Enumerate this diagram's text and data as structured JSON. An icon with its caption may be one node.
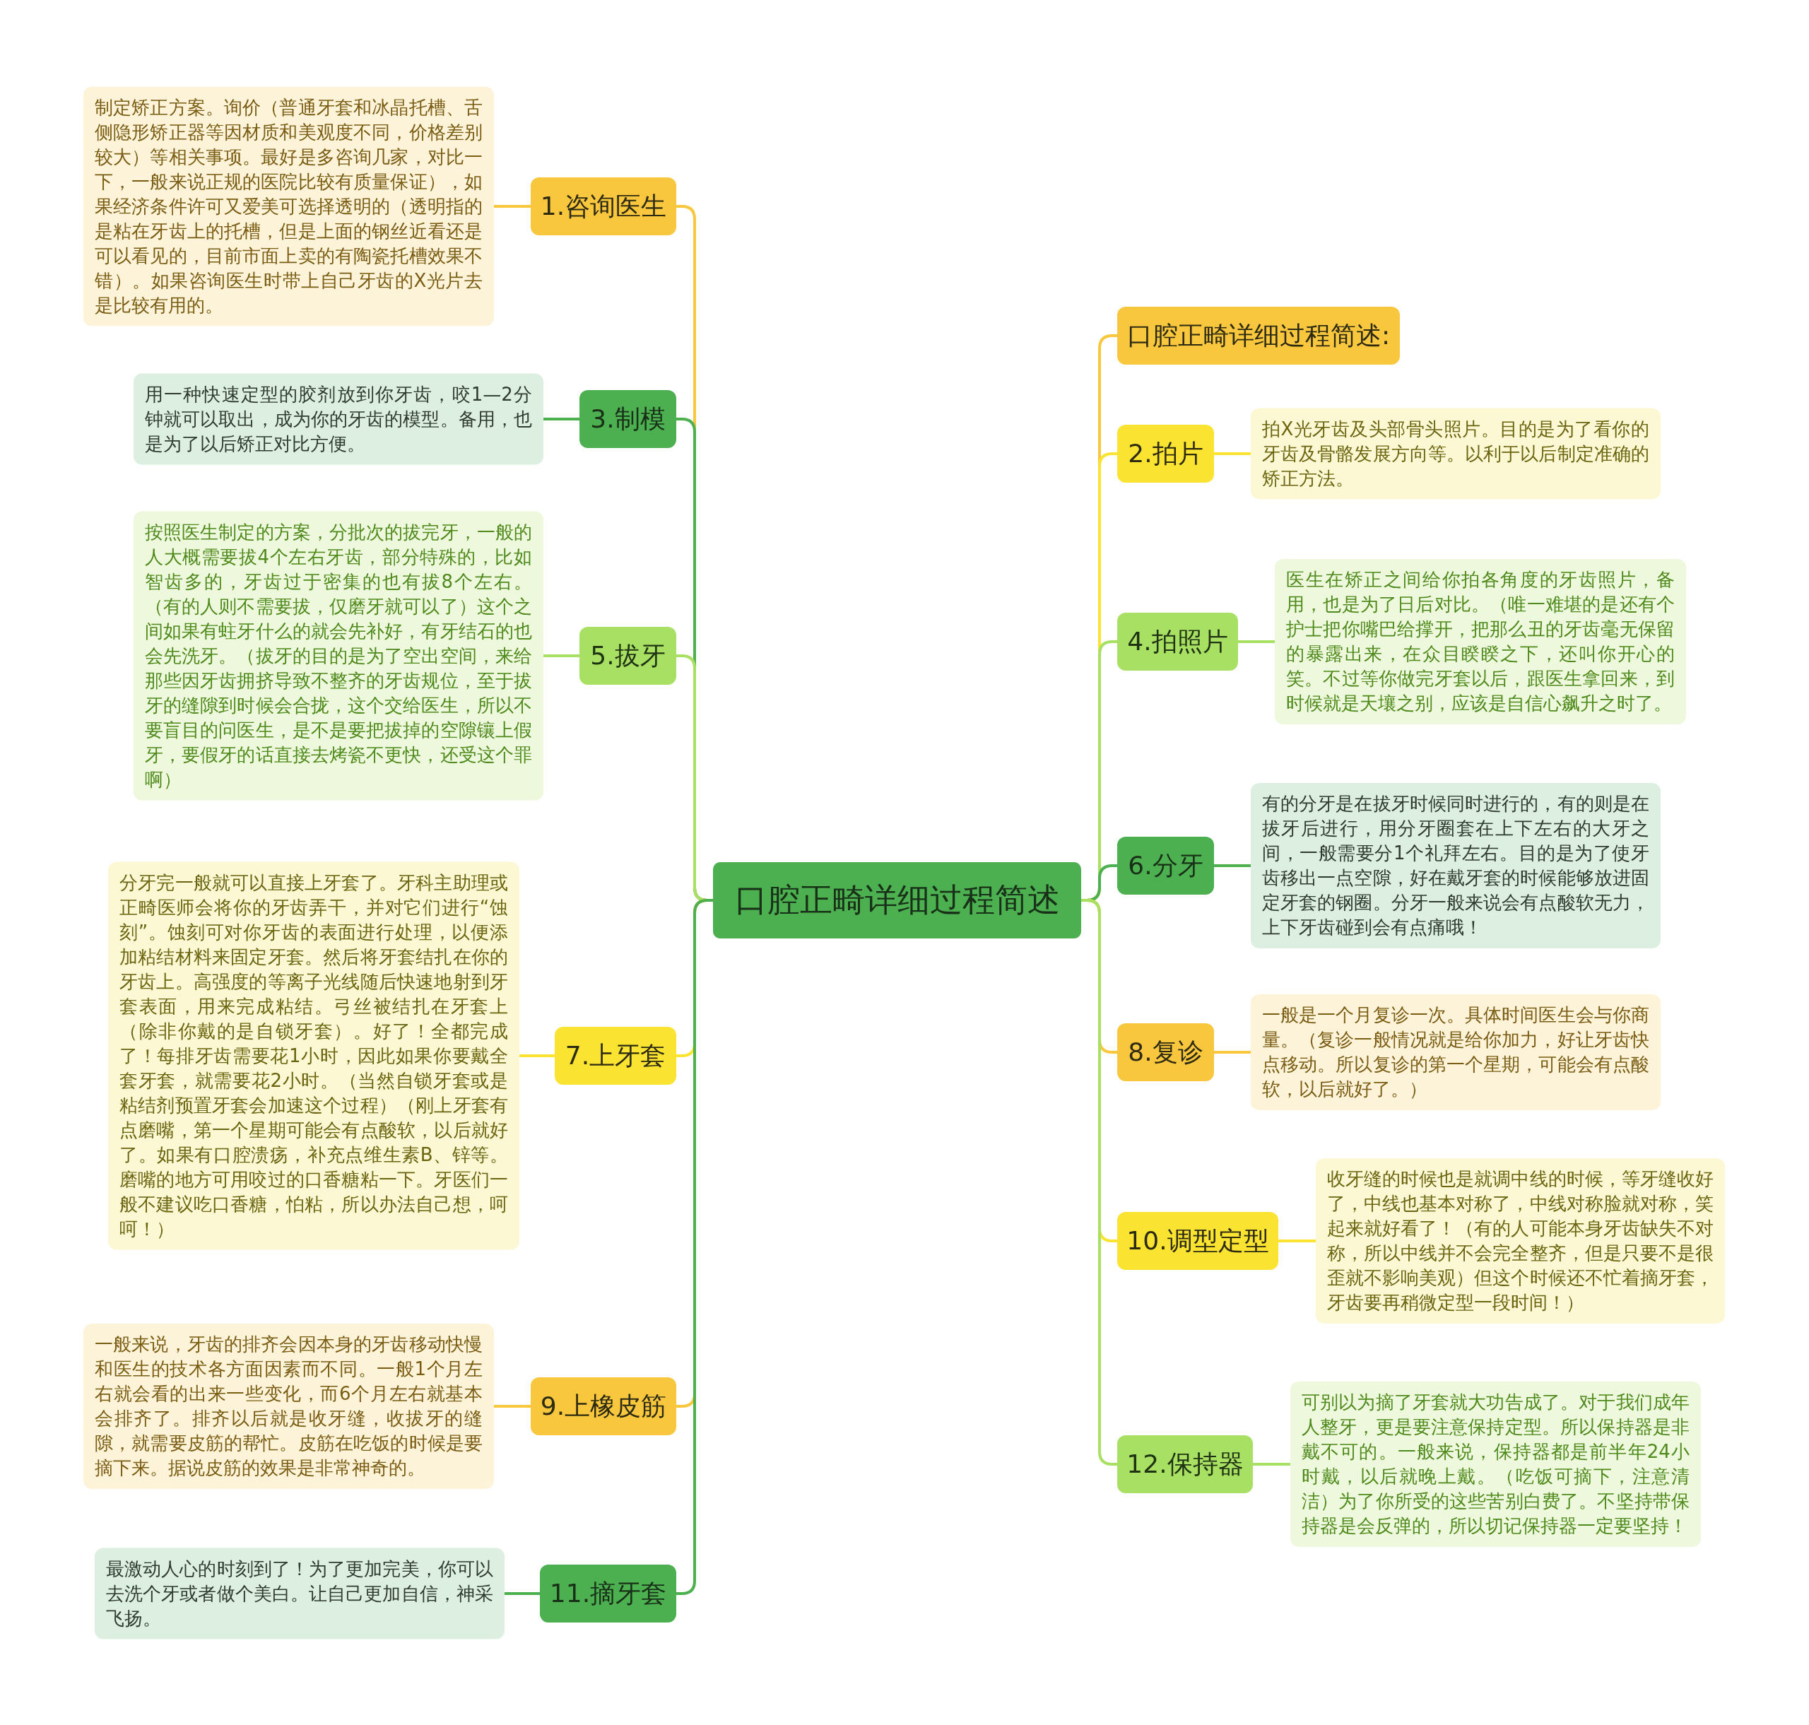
{
  "diagram": {
    "nodes": [
      {
        "text": [
          "口腔正畸详细过程简述"
        ]
      },
      {
        "text": [
          "1.咨询医生"
        ]
      },
      {
        "text": [
          "制定矫正方案。询价（普通牙套和冰晶托槽、舌侧隐形矫正器等因材质和美观度不同，价格差别较大）等相关事项。最好是多咨询几家，对比一下，一般来说正规的医院比较有质量保证），如果经济条件许可又爱美可选择透明的（透明指的是粘在牙齿上的托槽，但是上面的钢丝近看还是可以看见的，目前市面上卖的有陶瓷托槽效果不错）。如果咨询医生时带上自己牙齿的X光片去是比较有用的。"
        ]
      },
      {
        "text": [
          "3.制模"
        ]
      },
      {
        "text": [
          "用一种快速定型的胶剂放到你牙齿，咬1—2分钟就可以取出，成为你的牙齿的模型。备用，也是为了以后矫正对比方便。"
        ]
      },
      {
        "text": [
          "5.拔牙"
        ]
      },
      {
        "text": [
          "按照医生制定的方案，分批次的拔完牙，一般的人大概需要拔4个左右牙齿，部分特殊的，比如智齿多的，牙齿过于密集的也有拔8个左右。（有的人则不需要拔，仅磨牙就可以了）这个之间如果有蛀牙什么的就会先补好，有牙结石的也会先洗牙。（拔牙的目的是为了空出空间，来给那些因牙齿拥挤导致不整齐的牙齿规位，至于拔牙的缝隙到时候会合拢，这个交给医生，所以不要盲目的问医生，是不是要把拔掉的空隙镶上假牙，要假牙的话直接去烤瓷不更快，还受这个罪啊）"
        ]
      },
      {
        "text": [
          "7.上牙套"
        ]
      },
      {
        "text": [
          "分牙完一般就可以直接上牙套了。牙科主助理或正畸医师会将你的牙齿弄干，并对它们进行“蚀刻”。蚀刻可对你牙齿的表面进行处理，以便添加粘结材料来固定牙套。然后将牙套结扎在你的牙齿上。高强度的等离子光线随后快速地射到牙套表面，用来完成粘结。弓丝被结扎在牙套上（除非你戴的是自锁牙套）。好了！全都完成了！每排牙齿需要花1小时，因此如果你要戴全套牙套，就需要花2小时。（当然自锁牙套或是粘结剂预置牙套会加速这个过程）（刚上牙套有点磨嘴，第一个星期可能会有点酸软，以后就好了。如果有口腔溃疡，补充点维生素B、锌等。磨嘴的地方可用咬过的口香糖粘一下。牙医们一般不建议吃口香糖，怕粘，所以办法自己想，呵呵！）"
        ]
      },
      {
        "text": [
          "9.上橡皮筋"
        ]
      },
      {
        "text": [
          "一般来说，牙齿的排齐会因本身的牙齿移动快慢和医生的技术各方面因素而不同。一般1个月左右就会看的出来一些变化，而6个月左右就基本会排齐了。排齐以后就是收牙缝，收拔牙的缝隙，就需要皮筋的帮忙。皮筋在吃饭的时候是要摘下来。据说皮筋的效果是非常神奇的。"
        ]
      },
      {
        "text": [
          "11.摘牙套"
        ]
      },
      {
        "text": [
          "最激动人心的时刻到了！为了更加完美，你可以去洗个牙或者做个美白。让自己更加自信，神采飞扬。"
        ]
      },
      {
        "text": [
          "口腔正畸详细过程简述:"
        ]
      },
      {
        "text": [
          "2.拍片"
        ]
      },
      {
        "text": [
          "拍X光牙齿及头部骨头照片。目的是为了看你的牙齿及骨骼发展方向等。以利于以后制定准确的矫正方法。"
        ]
      },
      {
        "text": [
          "4.拍照片"
        ]
      },
      {
        "text": [
          "医生在矫正之间给你拍各角度的牙齿照片，备用，也是为了日后对比。（唯一难堪的是还有个护士把你嘴巴给撑开，把那么丑的牙齿毫无保留的暴露出来，在众目睽睽之下，还叫你开心的笑。不过等你做完牙套以后，跟医生拿回来，到时候就是天壤之别，应该是自信心飙升之时了。"
        ]
      },
      {
        "text": [
          "6.分牙"
        ]
      },
      {
        "text": [
          "有的分牙是在拔牙时候同时进行的，有的则是在拔牙后进行，用分牙圈套在上下左右的大牙之间，一般需要分1个礼拜左右。目的是为了使牙齿移出一点空隙，好在戴牙套的时候能够放进固定牙套的钢圈。分牙一般来说会有点酸软无力，上下牙齿碰到会有点痛哦！"
        ]
      },
      {
        "text": [
          "8.复诊"
        ]
      },
      {
        "text": [
          "一般是一个月复诊一次。具体时间医生会与你商量。（复诊一般情况就是给你加力，好让牙齿快点移动。所以复诊的第一个星期，可能会有点酸软，以后就好了。）"
        ]
      },
      {
        "text": [
          "10.调型定型"
        ]
      },
      {
        "text": [
          "收牙缝的时候也是就调中线的时候，等牙缝收好了，中线也基本对称了，中线对称脸就对称，笑起来就好看了！（有的人可能本身牙齿缺失不对称，所以中线并不会完全整齐，但是只要不是很歪就不影响美观）但这个时候还不忙着摘牙套，牙齿要再稍微定型一段时间！）"
        ]
      },
      {
        "text": [
          "12.保持器"
        ]
      },
      {
        "text": [
          "可别以为摘了牙套就大功告成了。对于我们成年人整牙，更是要注意保持定型。所以保持器是非戴不可的。一般来说，保持器都是前半年24小时戴，以后就晚上戴。（吃饭可摘下，注意清洁）为了你所受的这些苦别白费了。不坚持带保持器是会反弹的，所以切记保持器一定要坚持！"
        ]
      }
    ],
    "edges": [
      {
        "from": 0,
        "to": 1,
        "arrow": "none",
        "color": "#f9c73e"
      },
      {
        "from": 0,
        "to": 3,
        "arrow": "none",
        "color": "#4caf50"
      },
      {
        "from": 0,
        "to": 5,
        "arrow": "none",
        "color": "#a8e063"
      },
      {
        "from": 0,
        "to": 7,
        "arrow": "none",
        "color": "#fbe331"
      },
      {
        "from": 0,
        "to": 9,
        "arrow": "none",
        "color": "#f9c73e"
      },
      {
        "from": 0,
        "to": 11,
        "arrow": "none",
        "color": "#4caf50"
      },
      {
        "from": 0,
        "to": 13,
        "arrow": "none",
        "color": "#f9c73e"
      },
      {
        "from": 0,
        "to": 14,
        "arrow": "none",
        "color": "#fbe331"
      },
      {
        "from": 0,
        "to": 16,
        "arrow": "none",
        "color": "#a8e063"
      },
      {
        "from": 0,
        "to": 18,
        "arrow": "none",
        "color": "#4caf50"
      },
      {
        "from": 0,
        "to": 20,
        "arrow": "none",
        "color": "#f9c73e"
      },
      {
        "from": 0,
        "to": 22,
        "arrow": "none",
        "color": "#fbe331"
      },
      {
        "from": 0,
        "to": 24,
        "arrow": "none",
        "color": "#a8e063"
      },
      {
        "from": 1,
        "to": 2,
        "arrow": "none",
        "color": "#f9c73e"
      },
      {
        "from": 3,
        "to": 4,
        "arrow": "none",
        "color": "#4caf50"
      },
      {
        "from": 5,
        "to": 6,
        "arrow": "none",
        "color": "#a8e063"
      },
      {
        "from": 7,
        "to": 8,
        "arrow": "none",
        "color": "#fbe331"
      },
      {
        "from": 9,
        "to": 10,
        "arrow": "none",
        "color": "#f9c73e"
      },
      {
        "from": 11,
        "to": 12,
        "arrow": "none",
        "color": "#4caf50"
      },
      {
        "from": 14,
        "to": 15,
        "arrow": "none",
        "color": "#fbe331"
      },
      {
        "from": 16,
        "to": 17,
        "arrow": "none",
        "color": "#a8e063"
      },
      {
        "from": 18,
        "to": 19,
        "arrow": "none",
        "color": "#4caf50"
      },
      {
        "from": 20,
        "to": 21,
        "arrow": "none",
        "color": "#f9c73e"
      },
      {
        "from": 22,
        "to": 23,
        "arrow": "none",
        "color": "#fbe331"
      },
      {
        "from": 24,
        "to": 25,
        "arrow": "none",
        "color": "#a8e063"
      }
    ]
  }
}
